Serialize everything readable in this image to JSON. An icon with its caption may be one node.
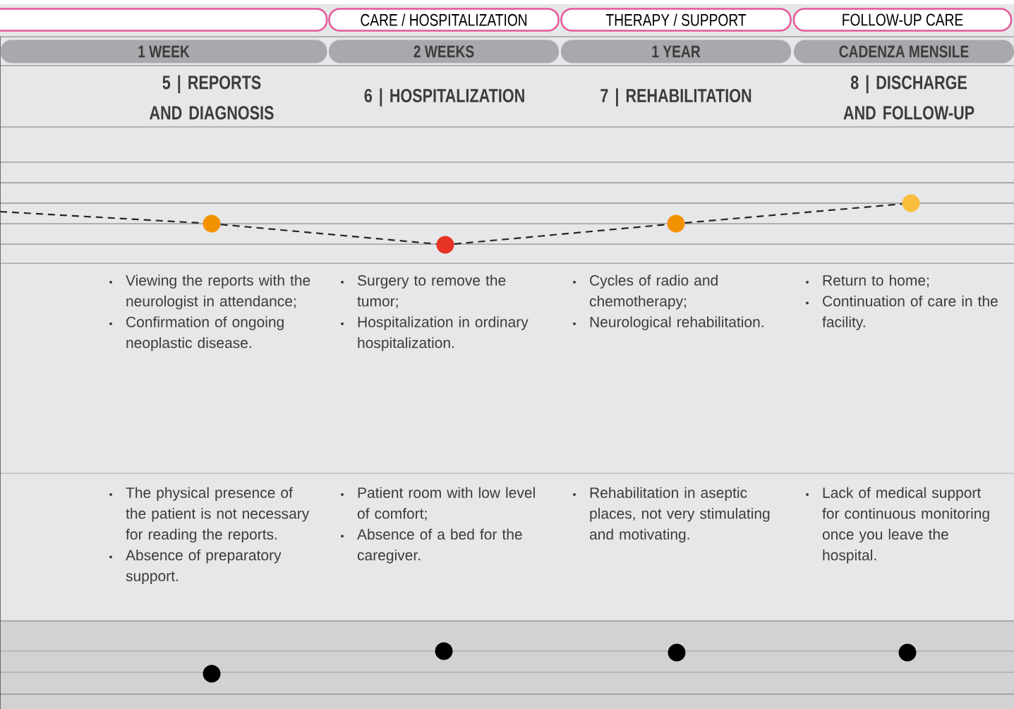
{
  "diagram": {
    "nodes": [
      {
        "text": [],
        "shape": "box"
      },
      {
        "text": [
          "CARE / HOSPITALIZATION"
        ]
      },
      {
        "text": [
          "THERAPY / SUPPORT"
        ]
      },
      {
        "text": [
          "FOLLOW-UP CARE"
        ]
      },
      {
        "text": [
          "1 WEEK"
        ]
      },
      {
        "text": [
          "2 WEEKS"
        ]
      },
      {
        "text": [
          "1 YEAR"
        ]
      },
      {
        "text": [
          "CADENZA MENSILE"
        ]
      },
      {
        "text": [],
        "shape": "circle"
      },
      {
        "text": [],
        "shape": "circle"
      },
      {
        "text": [],
        "shape": "circle"
      },
      {
        "text": [],
        "shape": "circle"
      },
      {
        "text": [],
        "shape": "circle"
      },
      {
        "text": [],
        "shape": "circle"
      },
      {
        "text": [],
        "shape": "circle"
      },
      {
        "text": [],
        "shape": "circle"
      }
    ],
    "edges": [
      {
        "from": null,
        "to": 8,
        "arrow": "none",
        "style": "dashed"
      },
      {
        "from": 8,
        "to": 9,
        "arrow": "none",
        "style": "dashed"
      },
      {
        "from": 9,
        "to": 10,
        "arrow": "none",
        "style": "dashed"
      },
      {
        "from": 10,
        "to": 11,
        "arrow": "none",
        "style": "dashed"
      }
    ],
    "labels": [
      "5 | REPORTS AND DIAGNOSIS",
      "6 | HOSPITALIZATION",
      "7 | REHABILITATION",
      "8 | DISCHARGE AND FOLLOW-UP",
      "Viewing the reports with the neurologist in attendance;",
      "Confirmation of ongoing neoplastic disease.",
      "Surgery to remove the tumor;",
      "Hospitalization in ordinary hospitalization.",
      "Cycles of radio and chemotherapy;",
      "Neurological rehabilitation.",
      "Return to home;",
      "Continuation of care in the facility.",
      "The physical presence of the patient is not necessary for reading the reports.",
      "Absence of preparatory support.",
      "Patient room with low level of comfort;",
      "Absence of a bed for the caregiver.",
      "Rehabilitation in aseptic places, not very stimulating and motivating.",
      "Lack of medical support for continuous monitoring once you leave the hospital."
    ]
  }
}
